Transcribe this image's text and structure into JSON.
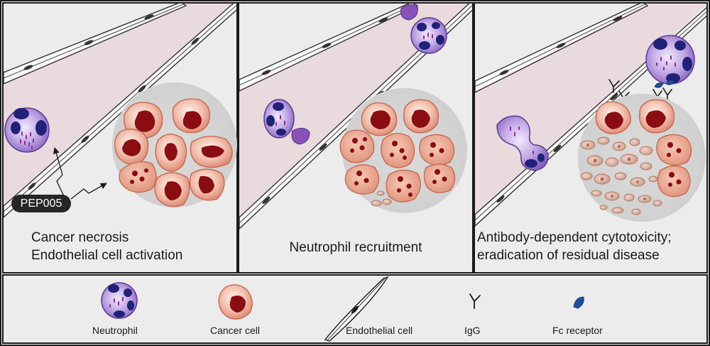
{
  "panels": [
    {
      "caption_lines": [
        "Cancer necrosis",
        "Endothelial cell activation"
      ]
    },
    {
      "caption_lines": [
        "Neutrophil recruitment"
      ]
    },
    {
      "caption_lines": [
        "Antibody-dependent cytotoxicity;",
        "eradication of residual disease"
      ]
    }
  ],
  "drug_label": "PEP005",
  "legend": {
    "neutrophil": "Neutrophil",
    "cancer_cell": "Cancer cell",
    "endothelial_cell": "Endothelial cell",
    "igg": "IgG",
    "fc_receptor": "Fc receptor"
  },
  "colors": {
    "panel_background": "#ececec",
    "vessel": "#ead9dc",
    "neutrophil": "#9a7ac8",
    "neutrophil_nucleus": "#1f2278",
    "cancer_cell": "#e6967f",
    "cancer_nucleus": "#8a0d12",
    "fc_receptor": "#1f4fa0"
  }
}
